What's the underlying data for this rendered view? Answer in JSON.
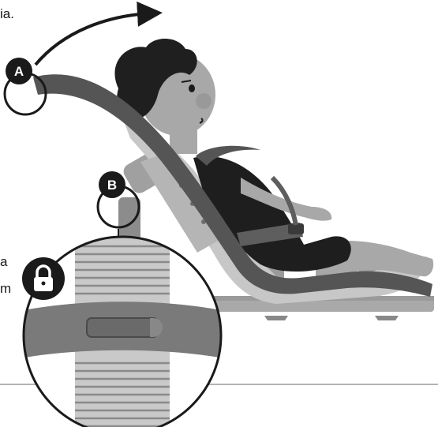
{
  "labels": {
    "callout_a": "A",
    "callout_b": "B"
  },
  "cropped_text": {
    "top_left": "ia.",
    "left_line_1": "a",
    "left_line_2": "m"
  },
  "icons": {
    "tilt_arrow": "curved-arrow-icon",
    "lock": "padlock-icon"
  },
  "colors": {
    "ink": "#1a1a1a",
    "frame_dark": "#555555",
    "frame_mid": "#7a7a7a",
    "seat_light": "#bdbdbd",
    "skin": "#a8a8a8",
    "hair": "#1f1f1f",
    "clothing": "#1e1e1e",
    "background": "#ffffff"
  }
}
